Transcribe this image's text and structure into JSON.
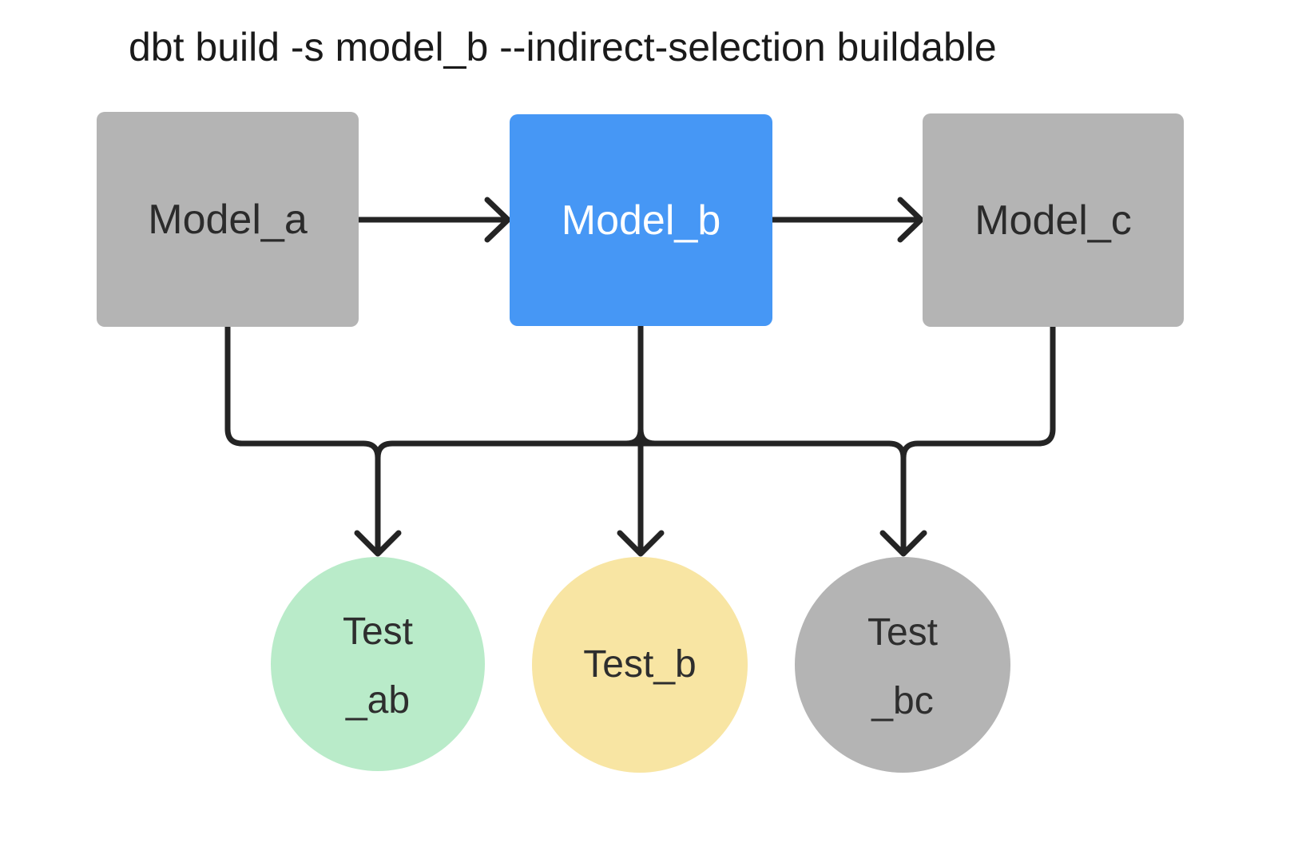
{
  "title": "dbt build -s model_b --indirect-selection buildable",
  "nodes": {
    "model_a": {
      "label": "Model_a",
      "state": "upstream-unselected"
    },
    "model_b": {
      "label": "Model_b",
      "state": "selected"
    },
    "model_c": {
      "label": "Model_c",
      "state": "downstream-unselected"
    }
  },
  "tests": {
    "test_ab": {
      "line1": "Test",
      "line2": "_ab"
    },
    "test_b": {
      "label": "Test_b"
    },
    "test_bc": {
      "line1": "Test",
      "line2": "_bc"
    }
  },
  "colors": {
    "selected_node_blue": "#4697f5",
    "unselected_node_gray": "#b4b4b4",
    "test_ab_green": "#b9ebc9",
    "test_b_yellow": "#f8e5a3",
    "test_bc_gray": "#b4b4b4",
    "edge_dark": "#242424"
  }
}
